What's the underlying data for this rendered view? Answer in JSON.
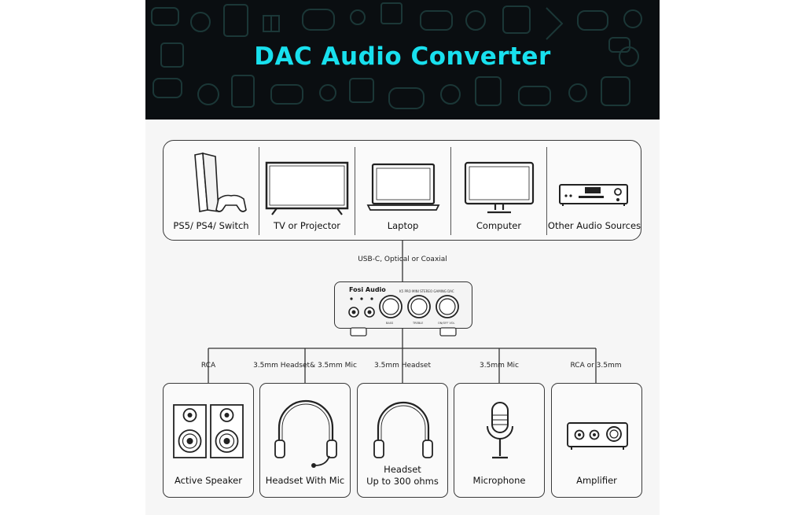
{
  "title": "DAC Audio Converter",
  "sources": [
    {
      "label": "PS5/ PS4/ Switch",
      "icon": "console-icon"
    },
    {
      "label": "TV or Projector",
      "icon": "tv-icon"
    },
    {
      "label": "Laptop",
      "icon": "laptop-icon"
    },
    {
      "label": "Computer",
      "icon": "monitor-icon"
    },
    {
      "label": "Other Audio Sources",
      "icon": "audio-receiver-icon"
    }
  ],
  "input_connection": "USB-C, Optical or Coaxial",
  "device": {
    "brand": "Fosi Audio",
    "model": "K5 PRO MINI STEREO GAMING DAC",
    "knobs": [
      "BASS",
      "TREBLE",
      "ON/OFF VOL"
    ]
  },
  "outputs": [
    {
      "connection": "RCA",
      "label": "Active Speaker",
      "icon": "speaker-icon"
    },
    {
      "connection": "3.5mm Headset& 3.5mm Mic",
      "label": "Headset With Mic",
      "icon": "headset-mic-icon"
    },
    {
      "connection": "3.5mm Headset",
      "label": "Headset",
      "sublabel": "Up to 300 ohms",
      "icon": "headphones-icon"
    },
    {
      "connection": "3.5mm Mic",
      "label": "Microphone",
      "icon": "microphone-icon"
    },
    {
      "connection": "RCA or 3.5mm",
      "label": "Amplifier",
      "icon": "amplifier-icon"
    }
  ],
  "colors": {
    "banner_bg": "#0a0e11",
    "banner_title": "#18e0ee",
    "line": "#333333"
  }
}
